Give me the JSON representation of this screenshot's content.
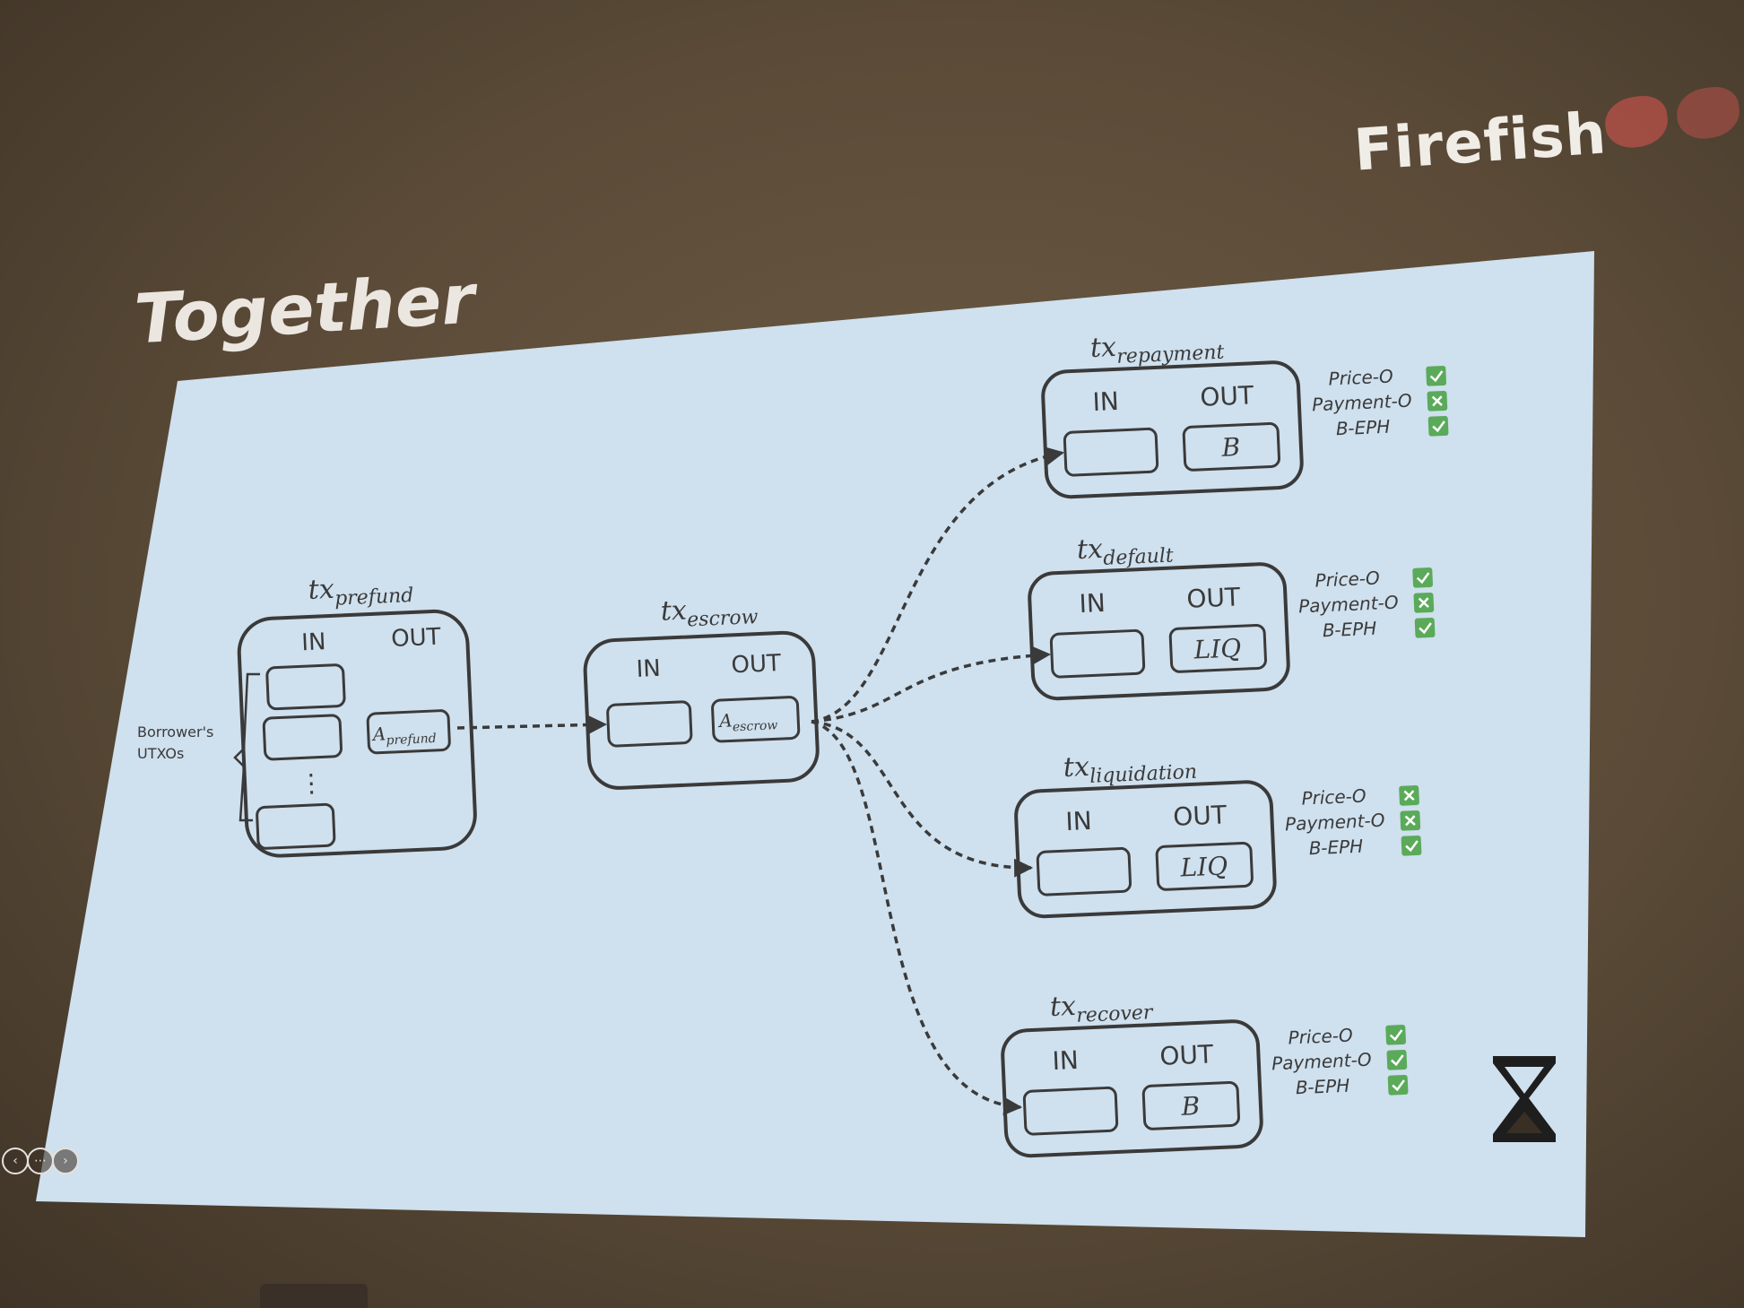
{
  "brand": {
    "name": "Firefish"
  },
  "slide": {
    "title": "Together",
    "utxo_label": [
      "Borrower's",
      "UTXOs"
    ],
    "prefund": {
      "tx": "tx",
      "sub": "prefund",
      "in": "IN",
      "out": "OUT",
      "output_label": "A",
      "output_sub": "prefund"
    },
    "escrow": {
      "tx": "tx",
      "sub": "escrow",
      "in": "IN",
      "out": "OUT",
      "output_label": "A",
      "output_sub": "escrow"
    },
    "branches": [
      {
        "id": "repayment",
        "tx": "tx",
        "sub": "repayment",
        "in": "IN",
        "out": "OUT",
        "output": "B",
        "conditions": [
          {
            "label": "Price-O",
            "status": "check"
          },
          {
            "label": "Payment-O",
            "status": "cross"
          },
          {
            "label": "B-EPH",
            "status": "check"
          }
        ]
      },
      {
        "id": "default",
        "tx": "tx",
        "sub": "default",
        "in": "IN",
        "out": "OUT",
        "output": "LIQ",
        "conditions": [
          {
            "label": "Price-O",
            "status": "check"
          },
          {
            "label": "Payment-O",
            "status": "cross"
          },
          {
            "label": "B-EPH",
            "status": "check"
          }
        ]
      },
      {
        "id": "liquidation",
        "tx": "tx",
        "sub": "liquidation",
        "in": "IN",
        "out": "OUT",
        "output": "LIQ",
        "conditions": [
          {
            "label": "Price-O",
            "status": "cross"
          },
          {
            "label": "Payment-O",
            "status": "cross"
          },
          {
            "label": "B-EPH",
            "status": "check"
          }
        ]
      },
      {
        "id": "recover",
        "tx": "tx",
        "sub": "recover",
        "in": "IN",
        "out": "OUT",
        "output": "B",
        "conditions": [
          {
            "label": "Price-O",
            "status": "check"
          },
          {
            "label": "Payment-O",
            "status": "check"
          },
          {
            "label": "B-EPH",
            "status": "check"
          }
        ],
        "timelock_icon": "hourglass-icon"
      }
    ]
  },
  "colors": {
    "screen": "#cfe0ee",
    "ink": "#3a3a3a",
    "check_green": "#5aaa5a",
    "brand_red": "#b9504a"
  }
}
